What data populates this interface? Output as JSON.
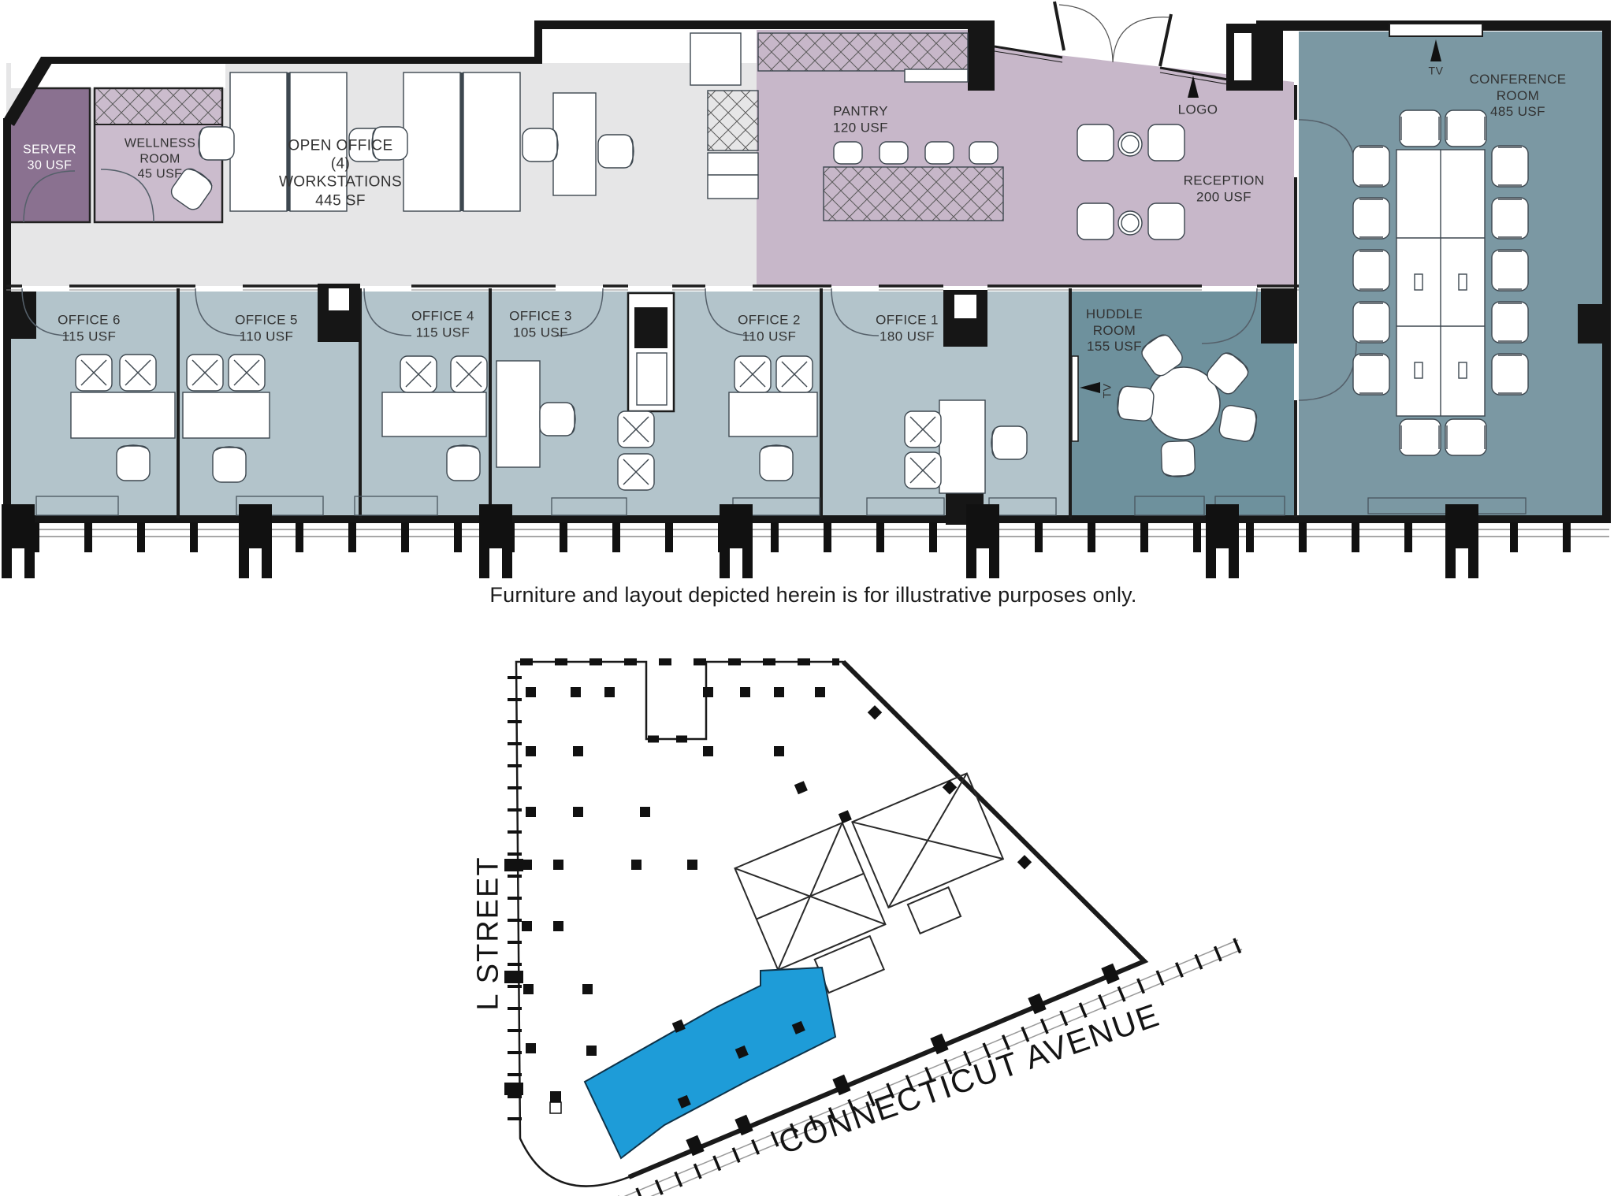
{
  "plan": {
    "server_label": "SERVER\n30 USF",
    "wellness_label": "WELLNESS\nROOM\n45 USF",
    "open_office_label": "OPEN OFFICE\n(4)\nWORKSTATIONS\n445 SF",
    "pantry_label": "PANTRY\n120 USF",
    "logo_label": "LOGO",
    "reception_label": "RECEPTION\n200 USF",
    "conference_label": "CONFERENCE\nROOM\n485 USF",
    "conference_tv_label": "TV",
    "huddle_label": "HUDDLE\nROOM\n155 USF",
    "huddle_tv_label": "TV",
    "offices": [
      {
        "label": "OFFICE 6\n115 USF"
      },
      {
        "label": "OFFICE 5\n110 USF"
      },
      {
        "label": "OFFICE 4\n115 USF"
      },
      {
        "label": "OFFICE 3\n105 USF"
      },
      {
        "label": "OFFICE 2\n110 USF"
      },
      {
        "label": "OFFICE 1\n180 USF"
      }
    ],
    "colors": {
      "server": "#8a7190",
      "wellness": "#cbbccd",
      "mauve": "#c7b7c9",
      "open_office": "#e6e6e7",
      "offices": "#b3c4cb",
      "huddle": "#6e919d",
      "conference": "#7b98a3"
    }
  },
  "caption": "Furniture and layout depicted herein is for illustrative purposes only.",
  "keyplan": {
    "street_left": "L STREET",
    "street_bottom": "CONNECTICUT AVENUE",
    "highlight_color": "#1e9cd8"
  }
}
